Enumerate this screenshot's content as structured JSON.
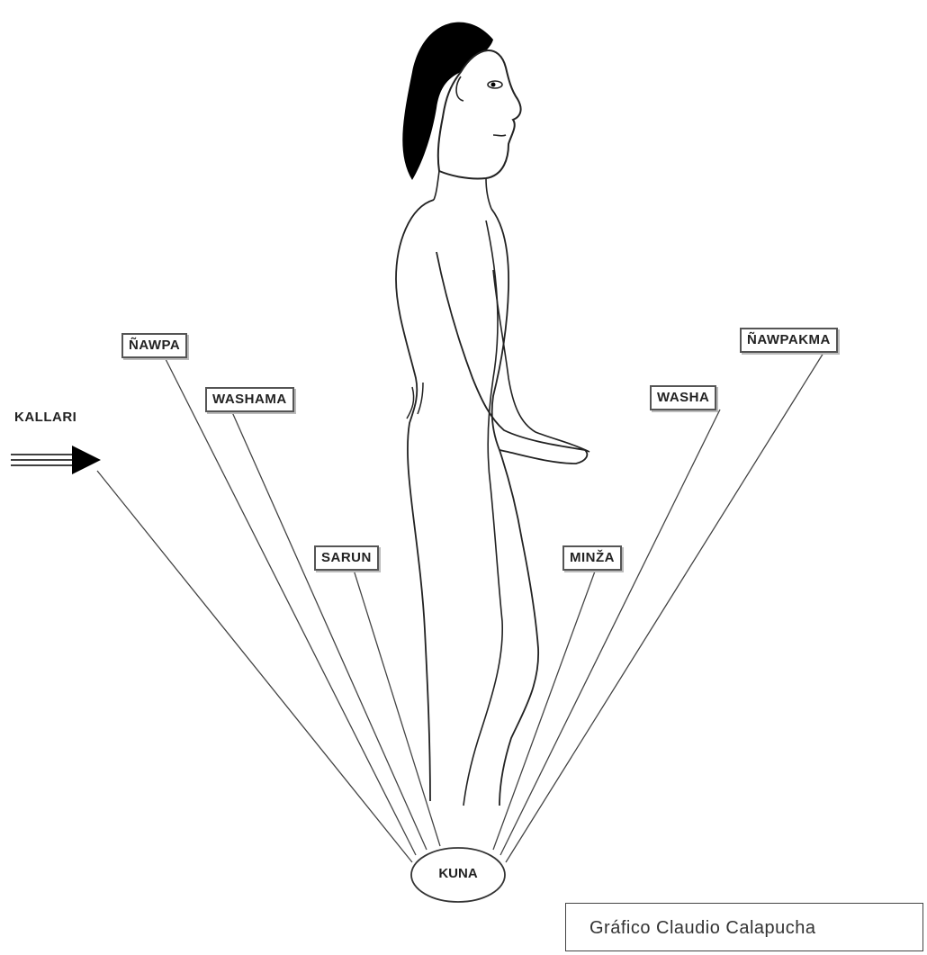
{
  "labels": {
    "kallari": "KALLARI",
    "nawpa": "ÑAWPA",
    "washama": "WASHAMA",
    "sarun": "SARUN",
    "minza": "MINŽA",
    "washa": "WASHA",
    "nawpakma": "ÑAWPAKMA",
    "center": "KUNA"
  },
  "credit": "Gráfico Claudio Calapucha",
  "colors": {
    "line": "#444444",
    "hair": "#000000",
    "box_border": "#555555"
  }
}
